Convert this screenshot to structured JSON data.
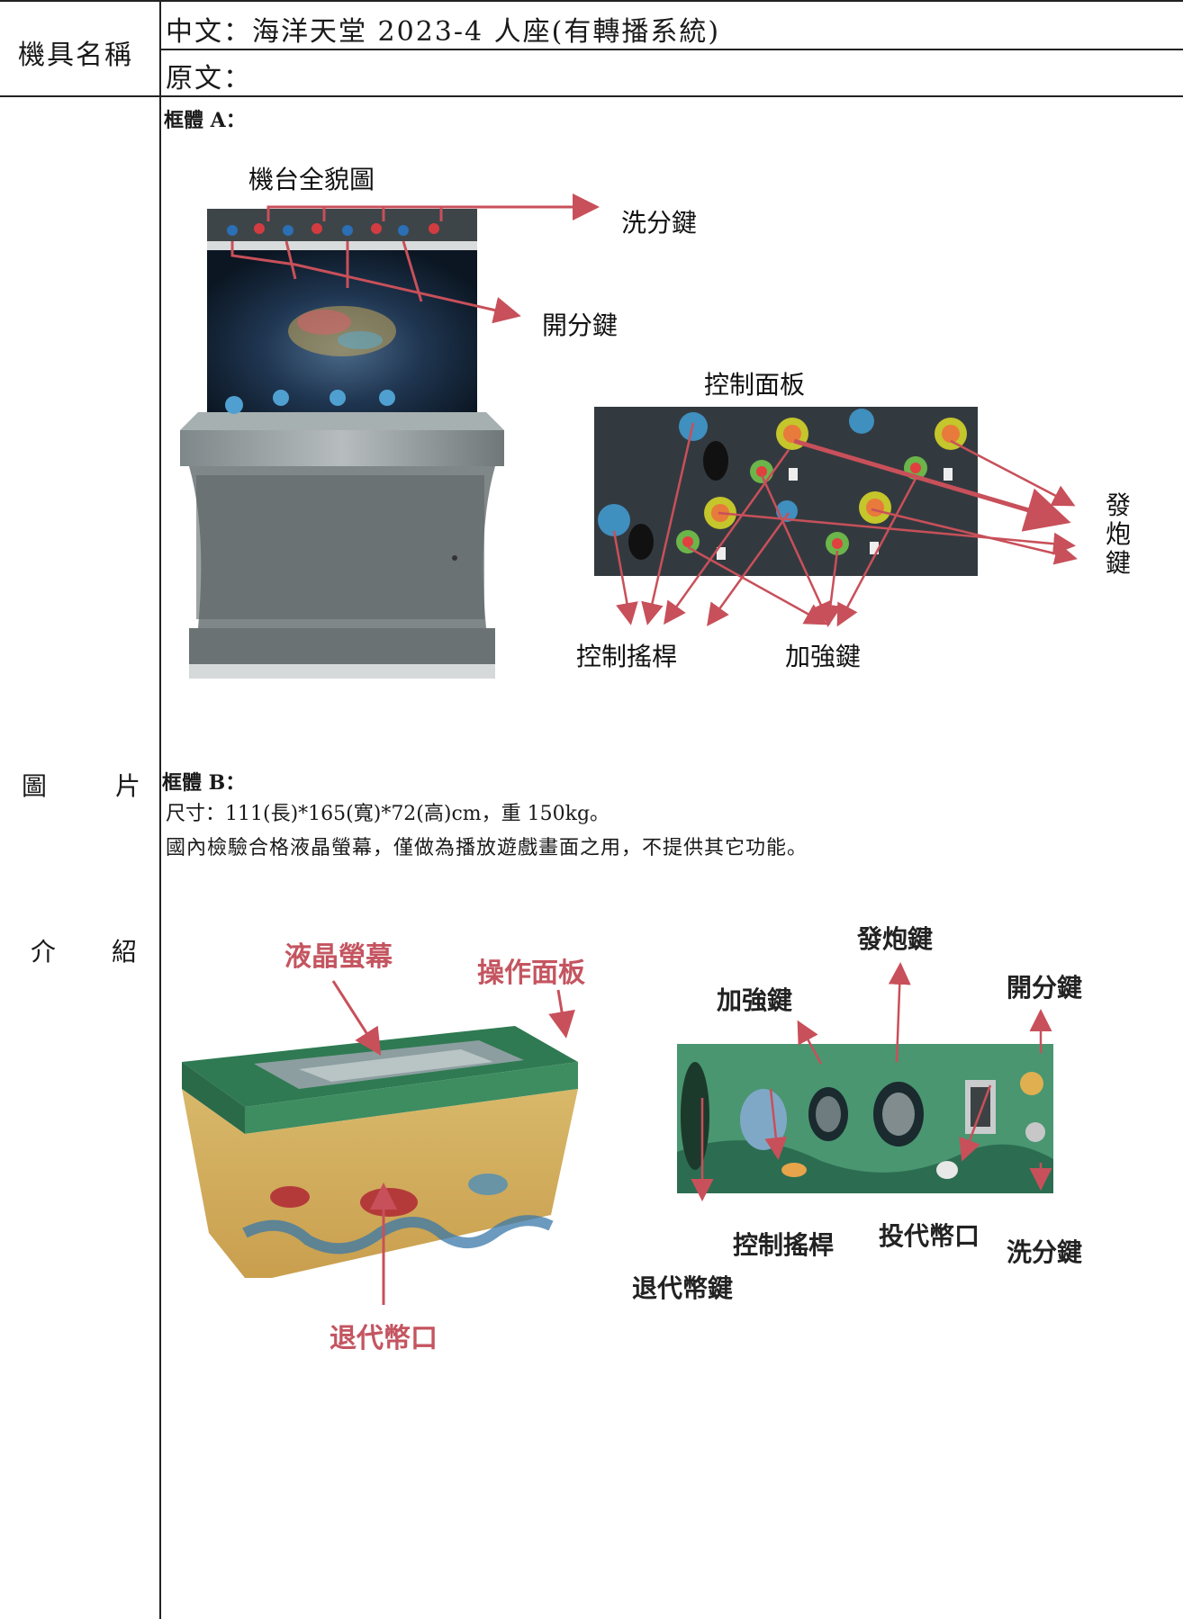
{
  "header": {
    "name_label": "機具名稱",
    "chinese_name": "中文：海洋天堂 2023-4 人座(有轉播系統)",
    "original_name": "原文："
  },
  "side": {
    "picture_char1": "圖",
    "picture_char2": "片",
    "intro_char1": "介",
    "intro_char2": "紹"
  },
  "frame_a": {
    "title": "框體 A：",
    "overview_label": "機台全貌圖",
    "wash_key": "洗分鍵",
    "open_key": "開分鍵",
    "panel_label": "控制面板",
    "fire_key": [
      "發",
      "炮",
      "鍵"
    ],
    "joystick": "控制搖桿",
    "boost_key": "加強鍵"
  },
  "frame_b": {
    "title": "框體 B：",
    "size_text": "尺寸：111(長)*165(寬)*72(高)cm，重 150kg。",
    "lcd_text": "國內檢驗合格液晶螢幕，僅做為播放遊戲畫面之用，不提供其它功能。",
    "lcd_label": "液晶螢幕",
    "panel_label": "操作面板",
    "coin_out_port": "退代幣口",
    "fire_key": "發炮鍵",
    "boost_key": "加強鍵",
    "open_key": "開分鍵",
    "joystick": "控制搖桿",
    "coin_in_port": "投代幣口",
    "wash_key": "洗分鍵",
    "coin_out_key": "退代幣鍵"
  },
  "colors": {
    "arrow_red": "#c8505a",
    "label_red": "#c45560"
  }
}
